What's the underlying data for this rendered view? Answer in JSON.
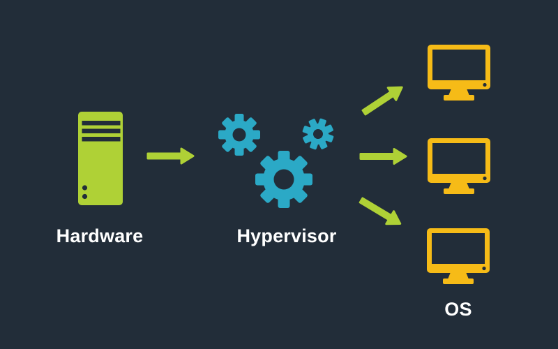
{
  "diagram": {
    "title": "Hardware - Hypervisor - OS virtualization diagram",
    "background": "#222D39",
    "colors": {
      "hardware_green": "#AFD136",
      "hypervisor_teal": "#2BA9C6",
      "monitor_yellow": "#F6BB17",
      "arrow_green": "#AFD136",
      "label_text": "#FFFFFF"
    },
    "nodes": {
      "hardware": {
        "label": "Hardware",
        "icon": "server-tower-icon"
      },
      "hypervisor": {
        "label": "Hypervisor",
        "icon": "gears-icon",
        "gear_count": 3
      },
      "os": {
        "label": "OS",
        "icon": "monitor-icon",
        "monitor_count": 3
      }
    },
    "connections": [
      {
        "from": "hardware",
        "to": "hypervisor"
      },
      {
        "from": "hypervisor",
        "to": "monitor-1"
      },
      {
        "from": "hypervisor",
        "to": "monitor-2"
      },
      {
        "from": "hypervisor",
        "to": "monitor-3"
      }
    ]
  }
}
